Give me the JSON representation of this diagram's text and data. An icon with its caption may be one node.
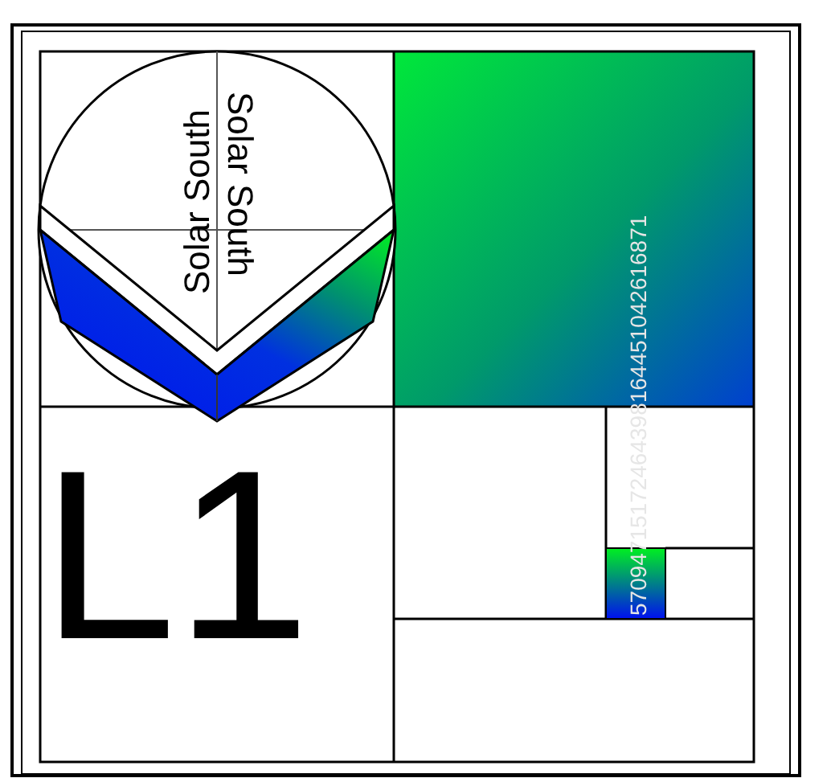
{
  "diagram": {
    "labels": [
      "Solar South",
      "Solar South",
      "L1",
      "57094715172464398164451042616871"
    ]
  }
}
